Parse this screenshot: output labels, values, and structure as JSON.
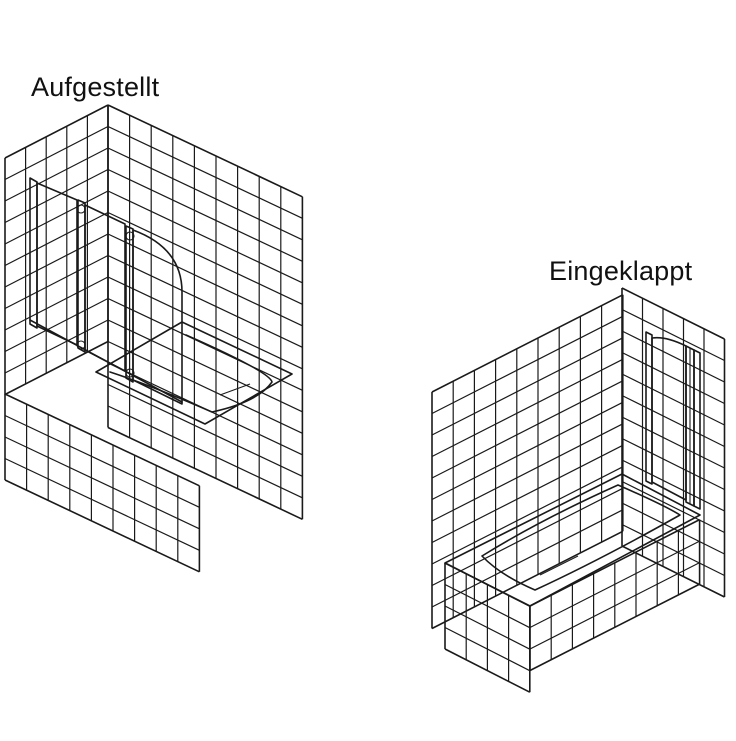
{
  "labels": {
    "unfolded": "Aufgestellt",
    "folded": "Eingeklappt"
  },
  "colors": {
    "line": "#1a1a1a",
    "glass_light": "#f4f7fc",
    "glass_dark": "#b9cbe6",
    "background": "#ffffff"
  },
  "icons": [
    "bathtub-wall-unfolded-screen",
    "bathtub-wall-folded-screen"
  ]
}
